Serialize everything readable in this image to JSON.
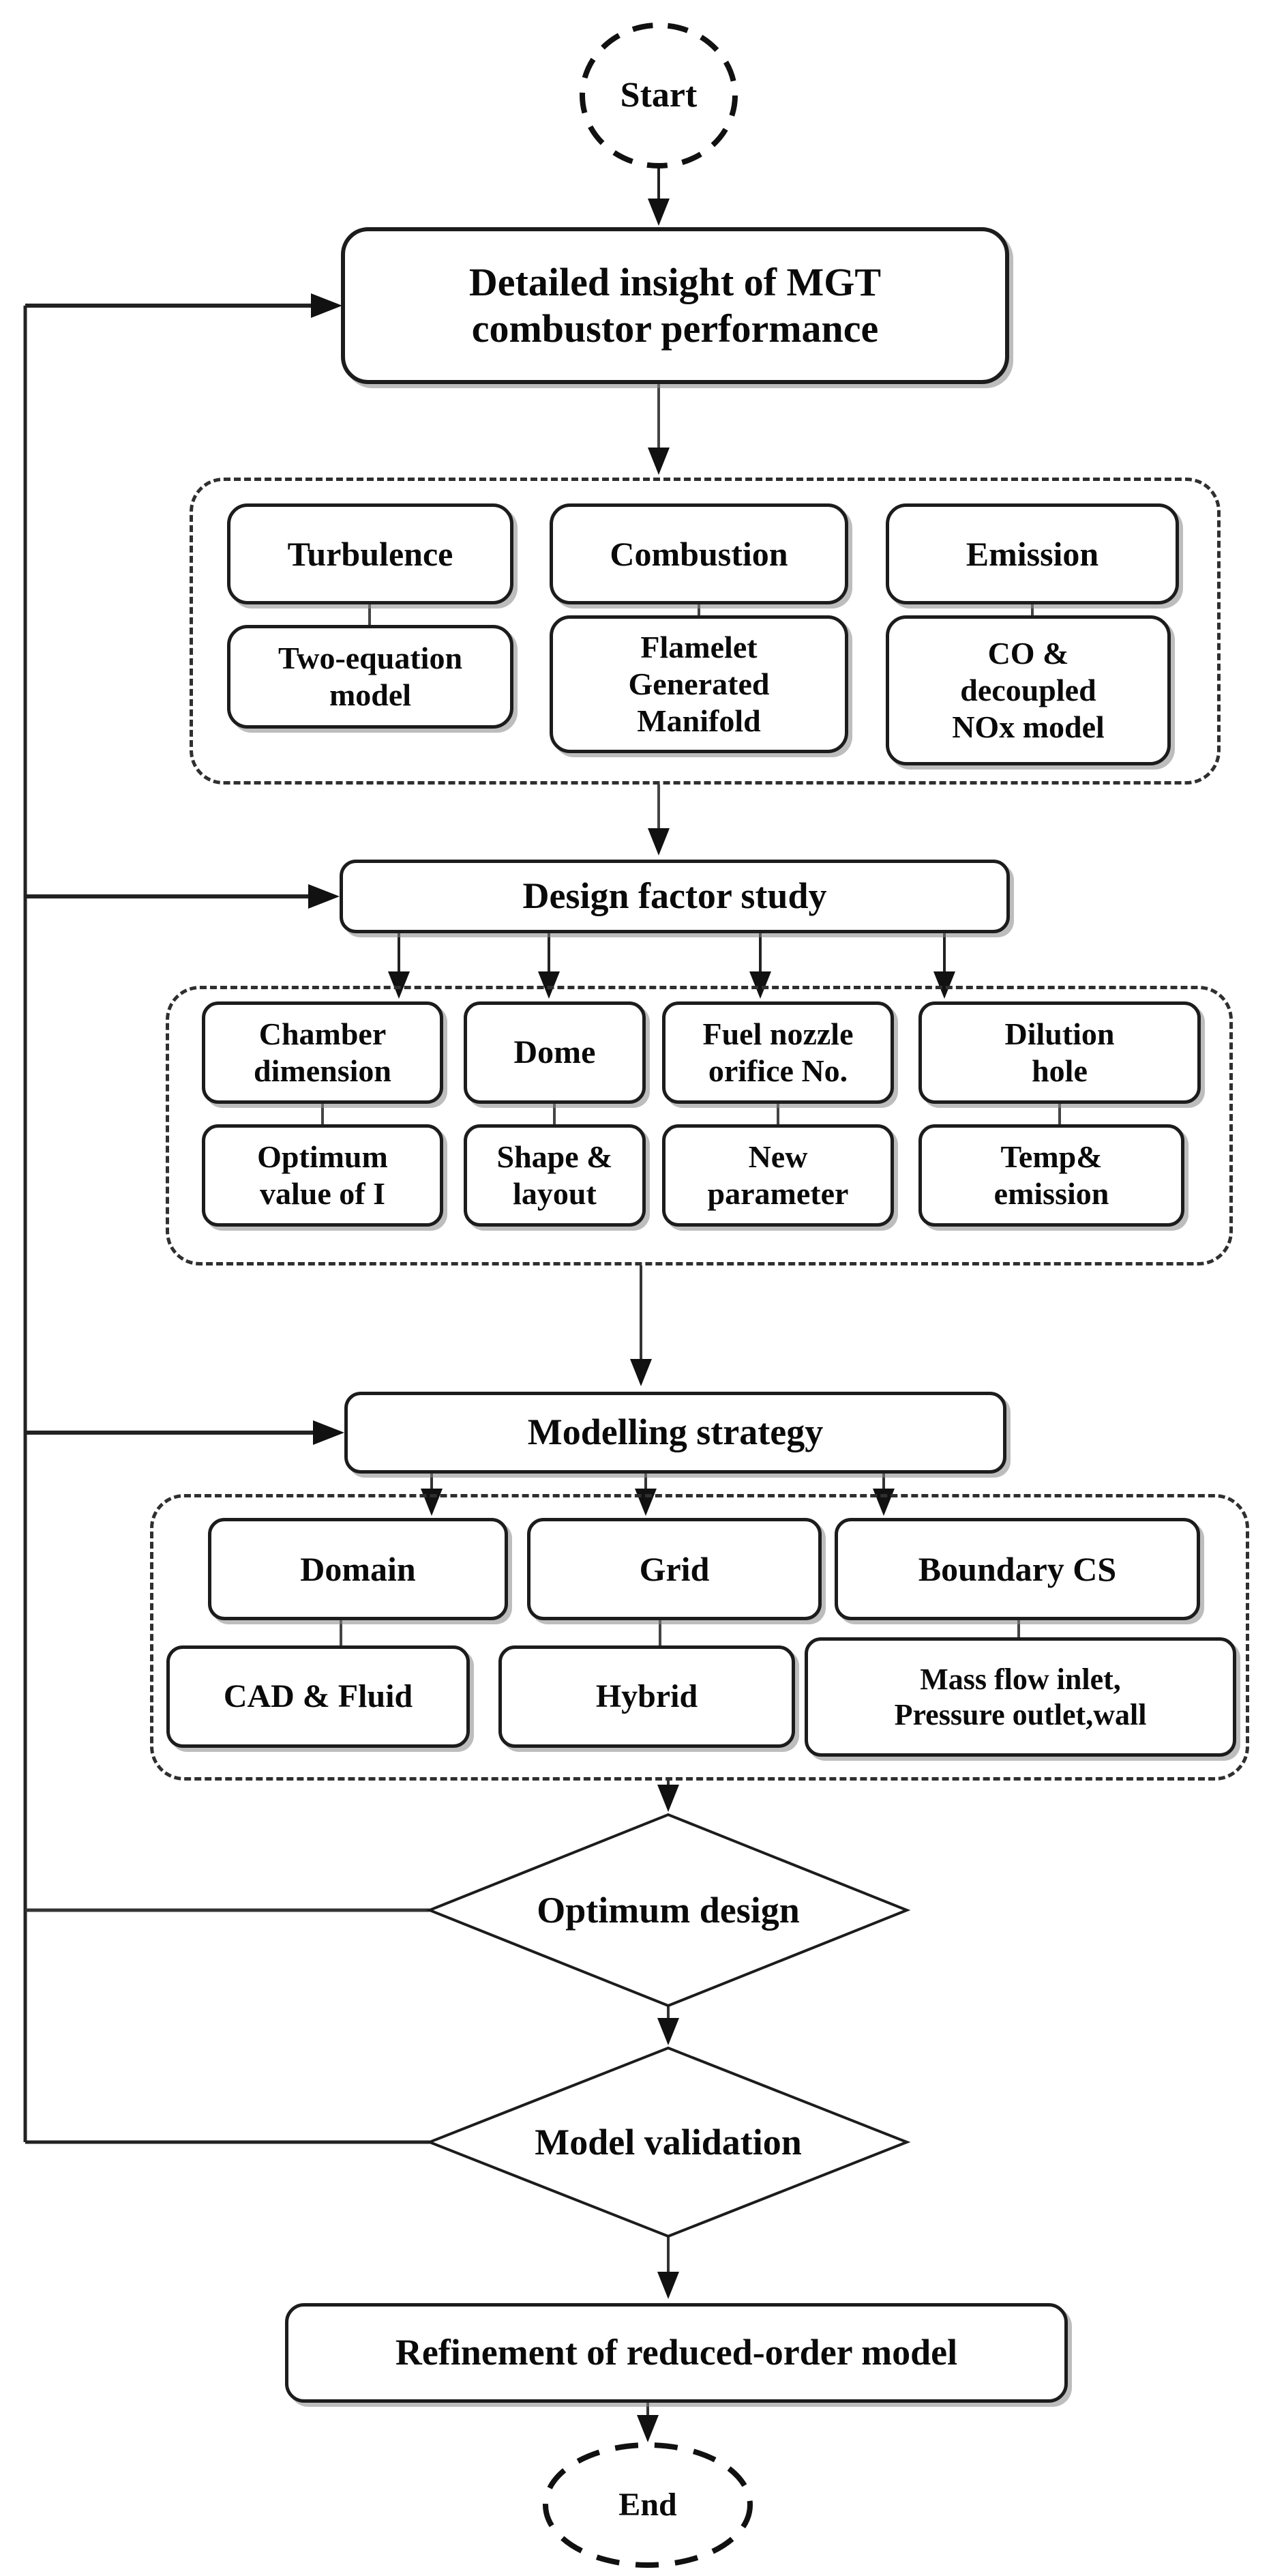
{
  "figure": {
    "type": "flowchart",
    "title": "MGT combustor reduced-order model development flowchart"
  },
  "nodes": {
    "start": "Start",
    "insight": "Detailed insight of MGT\ncombustor performance",
    "design_factor_study": "Design factor study",
    "modelling_strategy": "Modelling strategy",
    "optimum_design": "Optimum design",
    "model_validation": "Model validation",
    "refinement": "Refinement of reduced-order model",
    "end": "End"
  },
  "submodels_group": {
    "turbulence": "Turbulence",
    "turbulence_model": "Two-equation\nmodel",
    "combustion": "Combustion",
    "combustion_model": "Flamelet\nGenerated\nManifold",
    "emission": "Emission",
    "emission_model": "CO &\ndecoupled\nNOx model"
  },
  "design_factors_group": {
    "chamber_dimension": "Chamber\ndimension",
    "chamber_result": "Optimum\nvalue of I",
    "dome": "Dome",
    "dome_result": "Shape &\nlayout",
    "fuel_nozzle": "Fuel nozzle\norifice No.",
    "fuel_nozzle_result": "New\nparameter",
    "dilution_hole": "Dilution\nhole",
    "dilution_result": "Temp&\nemission"
  },
  "strategy_group": {
    "domain": "Domain",
    "domain_detail": "CAD & Fluid",
    "grid": "Grid",
    "grid_detail": "Hybrid",
    "boundary": "Boundary CS",
    "boundary_detail": "Mass flow inlet,\nPressure outlet,wall"
  },
  "colors": {
    "line": "#222222",
    "box_border": "#1c1c1c",
    "text": "#0a0a0a",
    "background": "#ffffff",
    "shadow": "#878787"
  }
}
